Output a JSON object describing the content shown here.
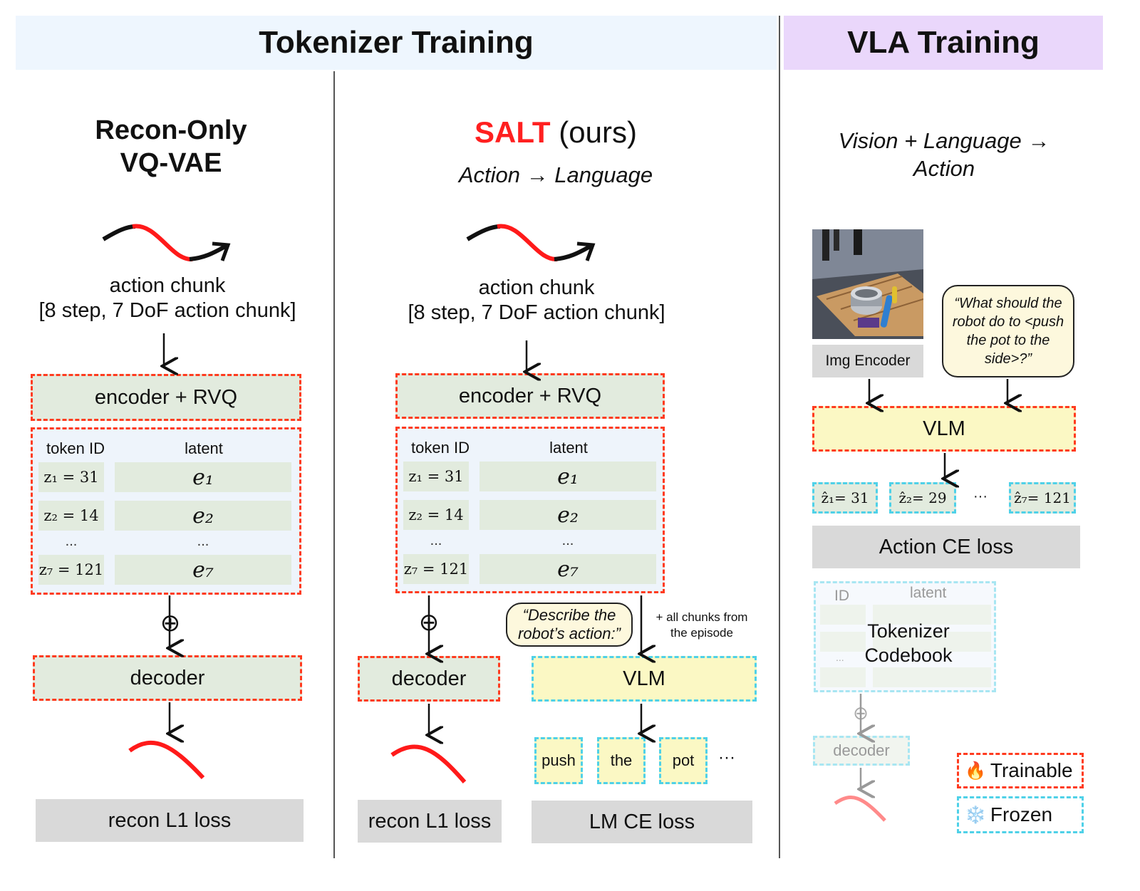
{
  "sections": {
    "tokenizer_title": "Tokenizer Training",
    "vla_title": "VLA Training"
  },
  "col1": {
    "title_line1": "Recon-Only",
    "title_line2": "VQ-VAE",
    "chunk_line1": "action chunk",
    "chunk_line2": "[8 step, 7 DoF action chunk]",
    "encoder": "encoder + RVQ",
    "table_head_id": "token ID",
    "table_head_latent": "latent",
    "rows": [
      {
        "id": "z₁ = 31",
        "latent": "e₁"
      },
      {
        "id": "z₂ = 14",
        "latent": "e₂"
      },
      {
        "id": "z₇ = 121",
        "latent": "e₇"
      }
    ],
    "ellipsis": "...",
    "plus": "⊕",
    "decoder": "decoder",
    "loss": "recon L1 loss"
  },
  "col2": {
    "title_salt": "SALT",
    "title_ours": " (ours)",
    "subtitle": "Action → Language",
    "chunk_line1": "action chunk",
    "chunk_line2": "[8 step, 7 DoF action chunk]",
    "encoder": "encoder + RVQ",
    "table_head_id": "token ID",
    "table_head_latent": "latent",
    "rows": [
      {
        "id": "z₁ = 31",
        "latent": "e₁"
      },
      {
        "id": "z₂ = 14",
        "latent": "e₂"
      },
      {
        "id": "z₇ = 121",
        "latent": "e₇"
      }
    ],
    "ellipsis": "...",
    "plus": "⊕",
    "bubble": "“Describe the robot’s action:”",
    "note": "+ all chunks from the episode",
    "decoder": "decoder",
    "vlm": "VLM",
    "tokens": [
      "push",
      "the",
      "pot"
    ],
    "tokens_more": "···",
    "recon_loss": "recon L1 loss",
    "lm_loss": "LM CE loss"
  },
  "col3": {
    "subtitle_line1": "Vision + Language →",
    "subtitle_line2": "Action",
    "img_encoder": "Img Encoder",
    "bubble": "“What should the robot do to <push the pot to the side>?”",
    "vlm": "VLM",
    "preds": [
      "ẑ₁= 31",
      "ẑ₂= 29",
      "ẑ₇= 121"
    ],
    "preds_more": "···",
    "loss": "Action CE loss",
    "codebook_id": "ID",
    "codebook_latent": "latent",
    "codebook_label": "Tokenizer Codebook",
    "codebook_dots": "...",
    "plus": "⊕",
    "decoder": "decoder"
  },
  "legend": {
    "trainable_icon": "🔥",
    "trainable": "Trainable",
    "frozen_icon": "❄️",
    "frozen": "Frozen"
  },
  "colors": {
    "tokenizer_header": "#eef6fe",
    "vla_header": "#ead7fb",
    "trainable_border": "#ff3b1f",
    "frozen_border": "#4fd1e8",
    "salt_red": "#ff2020",
    "curve_red": "#ff1a1a"
  }
}
